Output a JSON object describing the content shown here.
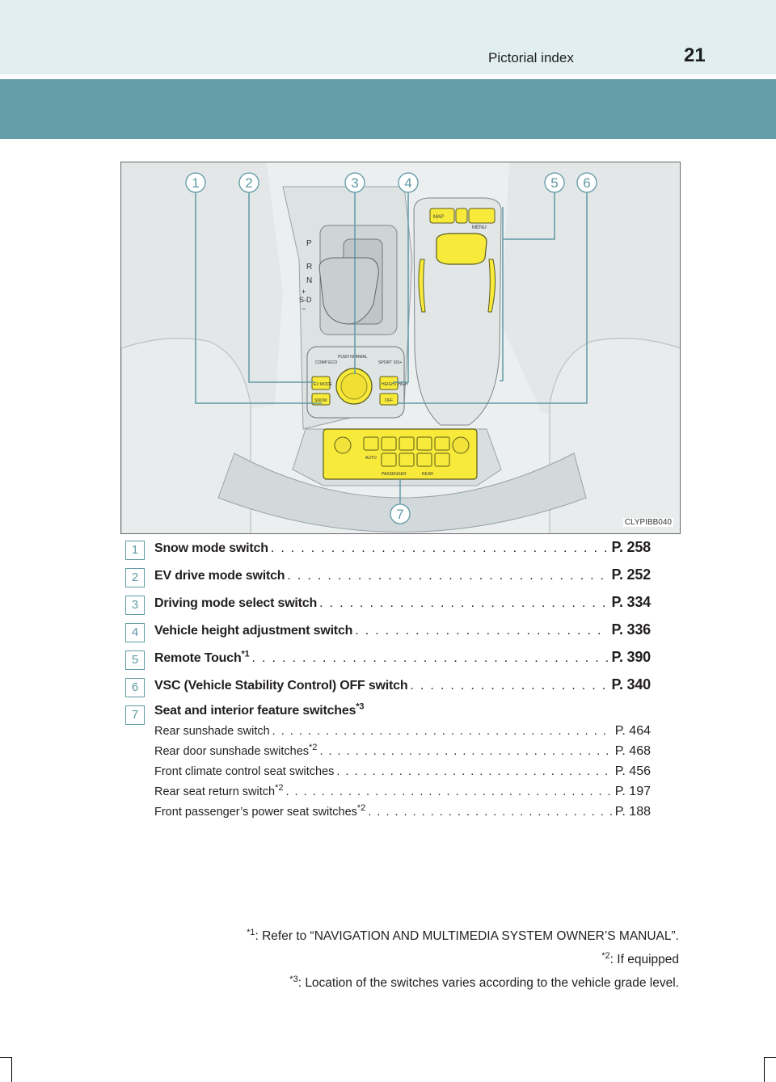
{
  "header": {
    "title": "Pictorial index",
    "page_number": "21"
  },
  "figure": {
    "code": "CLYPIBB040",
    "callouts": [
      "1",
      "2",
      "3",
      "4",
      "5",
      "6",
      "7"
    ],
    "labels": {
      "map": "MAP",
      "menu": "MENU",
      "p": "P",
      "r": "R",
      "n": "N",
      "plus": "+",
      "sd": "S-D",
      "minus": "−",
      "comp_eco": "COMP ECO",
      "push_normal": "PUSH NORMAL",
      "sport": "SPORT S/S+",
      "ev_mode": "EV MODE",
      "snow": "SNOW",
      "height_high": "HEIGHT HIGH",
      "off": "OFF",
      "passenger": "PASSENGER",
      "rear": "REAR",
      "auto": "AUTO"
    }
  },
  "entries": [
    {
      "num": "1",
      "label": "Snow mode switch",
      "page": "P. 258"
    },
    {
      "num": "2",
      "label": "EV drive mode switch",
      "page": "P. 252"
    },
    {
      "num": "3",
      "label": "Driving mode select switch",
      "page": "P. 334"
    },
    {
      "num": "4",
      "label": "Vehicle height adjustment switch",
      "page": "P. 336"
    },
    {
      "num": "5",
      "label": "Remote Touch",
      "sup": "*1",
      "page": "P. 390"
    },
    {
      "num": "6",
      "label": "VSC (Vehicle Stability Control) OFF switch",
      "page": "P. 340"
    },
    {
      "num": "7",
      "label": "Seat and interior feature switches",
      "sup": "*3",
      "page": ""
    }
  ],
  "sub_items": [
    {
      "label": "Rear sunshade switch",
      "sup": "",
      "page": "P. 464"
    },
    {
      "label": "Rear door sunshade switches",
      "sup": "*2",
      "page": "P. 468"
    },
    {
      "label": "Front climate control seat switches",
      "sup": "",
      "page": "P. 456"
    },
    {
      "label": "Rear seat return switch",
      "sup": "*2",
      "page": "P. 197"
    },
    {
      "label": "Front passenger’s power seat switches",
      "sup": "*2",
      "page": "P. 188"
    }
  ],
  "footnotes": [
    {
      "mark": "*1",
      "text": ": Refer to “NAVIGATION AND MULTIMEDIA SYSTEM OWNER’S MANUAL”."
    },
    {
      "mark": "*2",
      "text": ": If equipped"
    },
    {
      "mark": "*3",
      "text": ": Location of the switches varies according to the vehicle grade level."
    }
  ],
  "colors": {
    "header_band": "#e1eff0",
    "header_bar": "#659ea8",
    "accent": "#5f9aa4",
    "switch_yellow": "#f7ea3b"
  }
}
